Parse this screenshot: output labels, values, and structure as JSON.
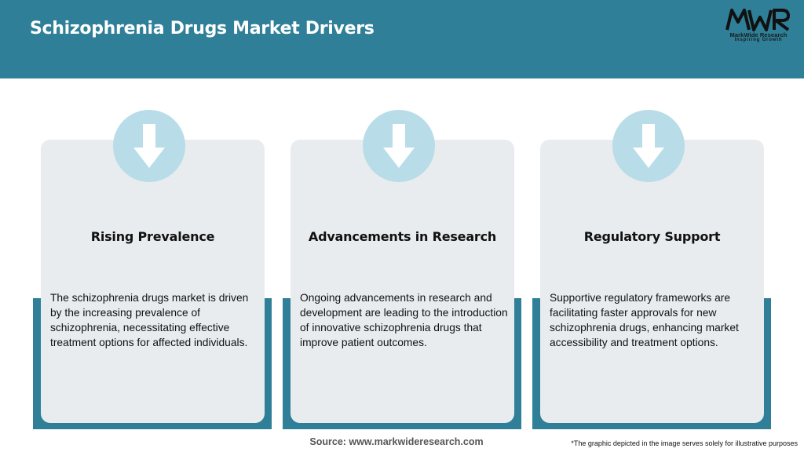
{
  "header": {
    "title": "Schizophrenia Drugs Market Drivers",
    "logo": {
      "mark": "MWR",
      "name": "MarkWide Research",
      "tagline": "Inspiring Growth"
    }
  },
  "cards": [
    {
      "title": "Rising Prevalence",
      "text": "The schizophrenia drugs market is driven by the increasing prevalence of schizophrenia, necessitating effective treatment options for affected individuals.",
      "icon": "arrow-down-icon"
    },
    {
      "title": "Advancements in Research",
      "text": "Ongoing advancements in research and development are leading to the introduction of innovative schizophrenia drugs that improve patient outcomes.",
      "icon": "arrow-down-icon"
    },
    {
      "title": "Regulatory Support",
      "text": "Supportive regulatory frameworks are facilitating faster approvals for new schizophrenia drugs, enhancing market accessibility and treatment options.",
      "icon": "arrow-down-icon"
    }
  ],
  "footer": {
    "source": "Source: www.markwideresearch.com",
    "disclaimer": "*The graphic depicted in the image serves solely for illustrative purposes"
  },
  "colors": {
    "header_bg": "#2e7f97",
    "card_bg": "#e9ecef",
    "icon_circle": "#b8dce8"
  }
}
